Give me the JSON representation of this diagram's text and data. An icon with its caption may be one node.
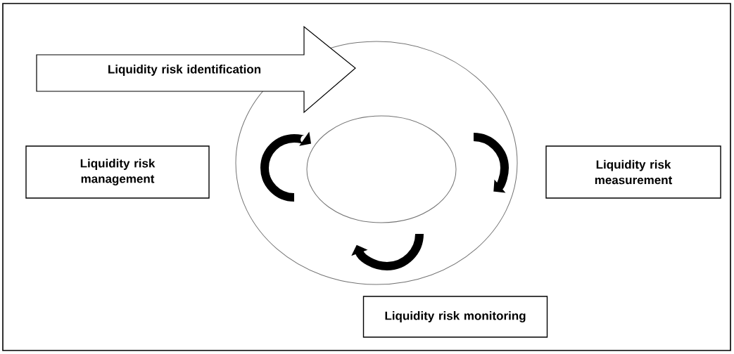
{
  "diagram": {
    "nodes": [
      {
        "text": [
          "Liquidity risk identification"
        ]
      },
      {
        "text": [],
        "shape": "circle"
      },
      {
        "text": [],
        "shape": "circle",
        "in": 1
      },
      {
        "text": [
          "Liquidity risk management"
        ]
      },
      {
        "text": [
          "Liquidity risk measurement"
        ]
      },
      {
        "text": [
          "Liquidity risk monitoring"
        ]
      }
    ]
  }
}
